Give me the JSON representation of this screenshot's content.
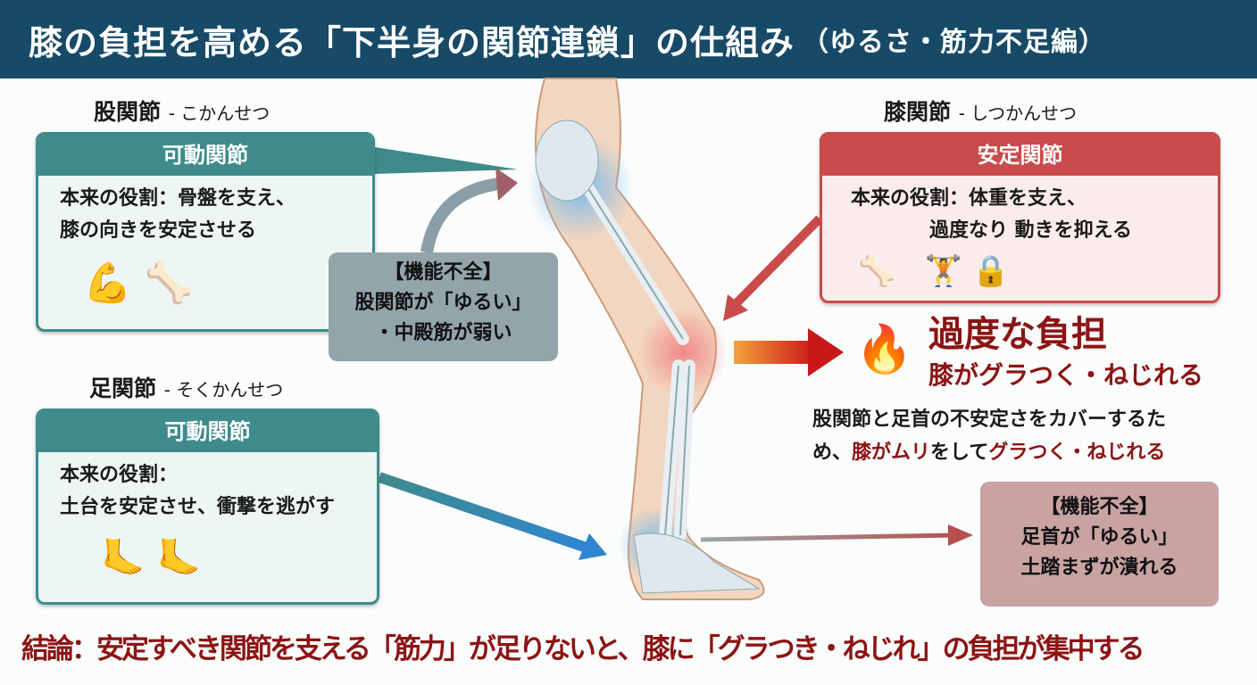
{
  "title": {
    "main": "膝の負担を高める「下半身の関節連鎖」の仕組み",
    "sub": "（ゆるさ・筋力不足編）"
  },
  "hip": {
    "name": "股関節",
    "reading": "- こかんせつ",
    "type": "可動関節",
    "role1": "本来の役割：骨盤を支え、",
    "role2": "膝の向きを安定させる"
  },
  "hip_issue": {
    "l1": "【機能不全】",
    "l2": "股関節が「ゆるい」",
    "l3": "・中殿筋が弱い"
  },
  "ankle": {
    "name": "足関節",
    "reading": "- そくかんせつ",
    "type": "可動関節",
    "role1": "本来の役割：",
    "role2": "土台を安定させ、衝撃を逃がす"
  },
  "knee": {
    "name": "膝関節",
    "reading": "- しつかんせつ",
    "type": "安定関節",
    "role1": "本来の役割：体重を支え、",
    "role2": "過度なり 動きを抑える"
  },
  "burden": {
    "title": "過度な負担",
    "sub": "膝がグラつく・ねじれる",
    "p1": "股関節と足首の不安定さをカバーするた",
    "p2a": "め、",
    "p2b": "膝がムリ",
    "p2c": "をして",
    "p2d": "グラつく・ねじれる"
  },
  "ankle_issue": {
    "l1": "【機能不全】",
    "l2": "足首が「ゆるい」",
    "l3": "土踏まずが潰れる"
  },
  "conclusion": "結論：安定すべき関節を支える「筋力」が足りないと、膝に「グラつき・ねじれ」の負担が集中する",
  "colors": {
    "header": "#174a66",
    "teal": "#3f8b8b",
    "red": "#c94b4b",
    "dark_red": "#8c1414"
  }
}
